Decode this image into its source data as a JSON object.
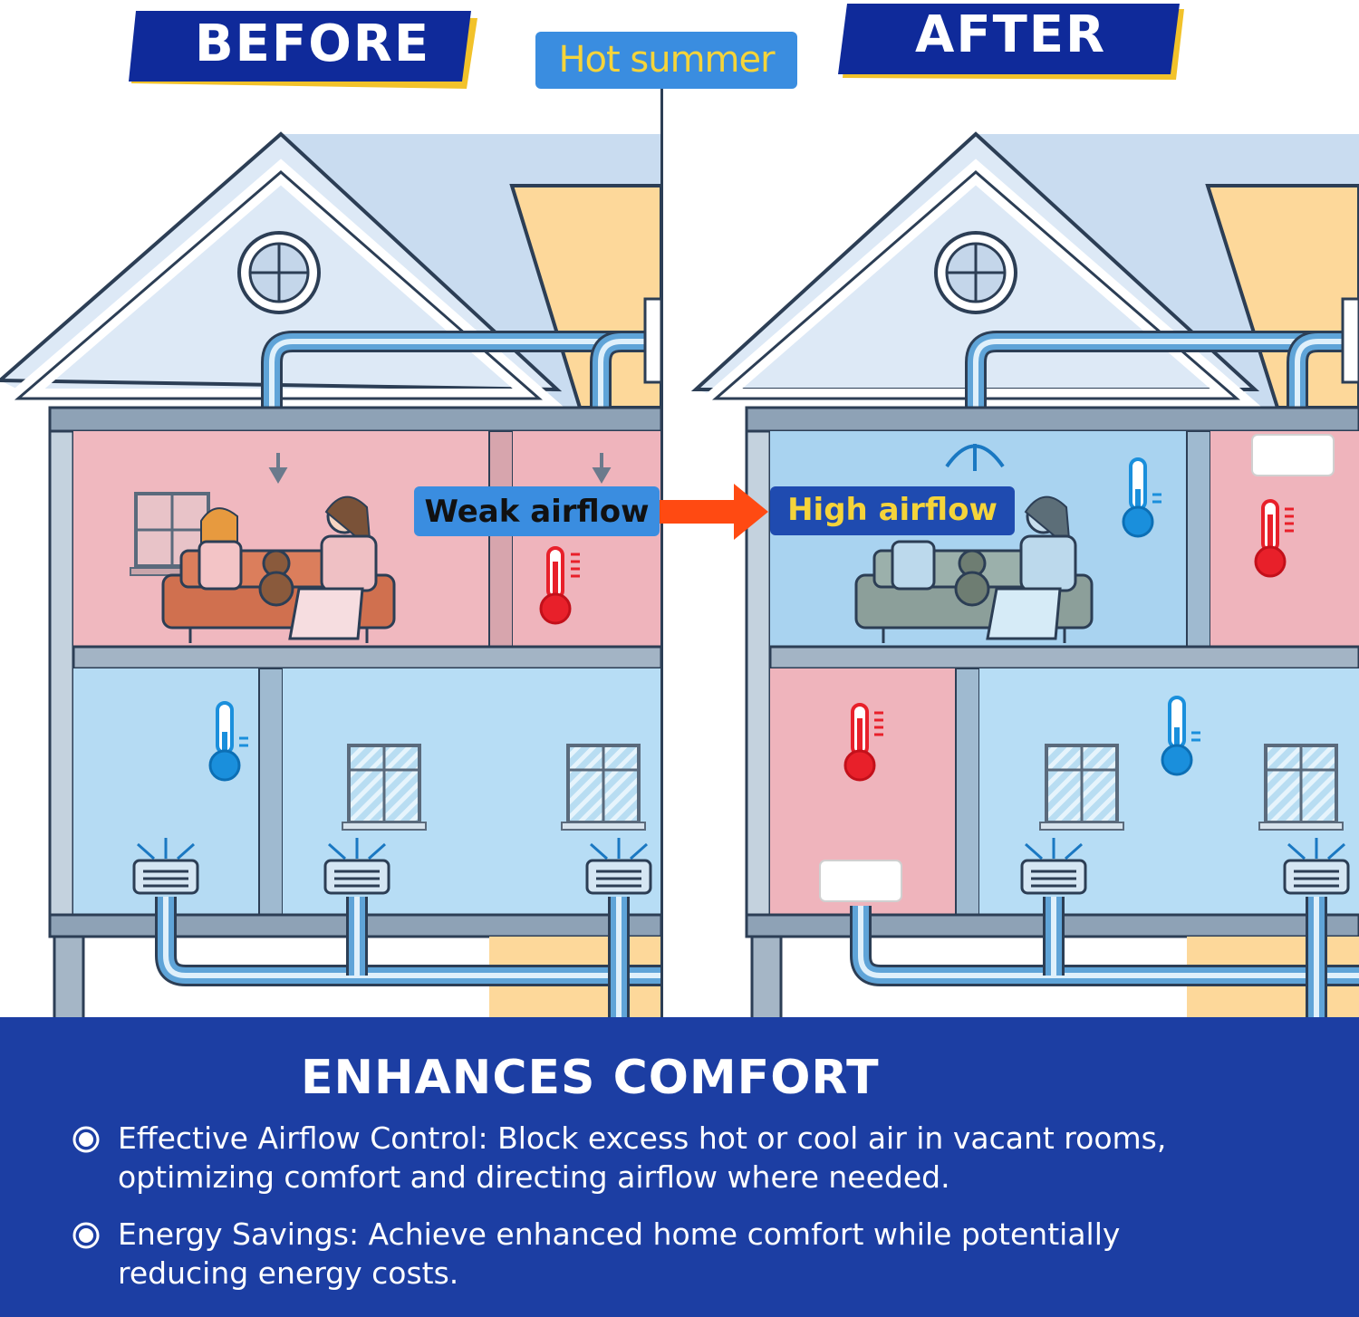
{
  "header": {
    "before_label": "BEFORE",
    "after_label": "AFTER",
    "season_label": "Hot summer"
  },
  "callouts": {
    "before_airflow": "Weak airflow",
    "after_airflow": "High airflow"
  },
  "colors": {
    "banner_blue": "#0f2a9a",
    "banner_shadow": "#f2c22a",
    "warm_room": "#f0b6bd",
    "cool_room": "#b9dcf4",
    "duct_blue": "#3a8cc9",
    "arrow_orange": "#ff4a12",
    "panel_blue": "#1c3ea3"
  },
  "icons": [
    "thermometer-hot-icon",
    "thermometer-cold-icon",
    "vent-icon",
    "window-icon",
    "family-sofa-illustration",
    "airflow-arrow-icon",
    "bullet-target-icon"
  ],
  "benefits": {
    "title": "ENHANCES COMFORT",
    "items": [
      {
        "line1": "Effective Airflow Control: Block excess hot or cool air in vacant rooms,",
        "line2": "optimizing comfort and directing airflow where needed."
      },
      {
        "line1": "Energy Savings: Achieve enhanced home comfort while potentially",
        "line2": "reducing energy costs."
      }
    ]
  }
}
